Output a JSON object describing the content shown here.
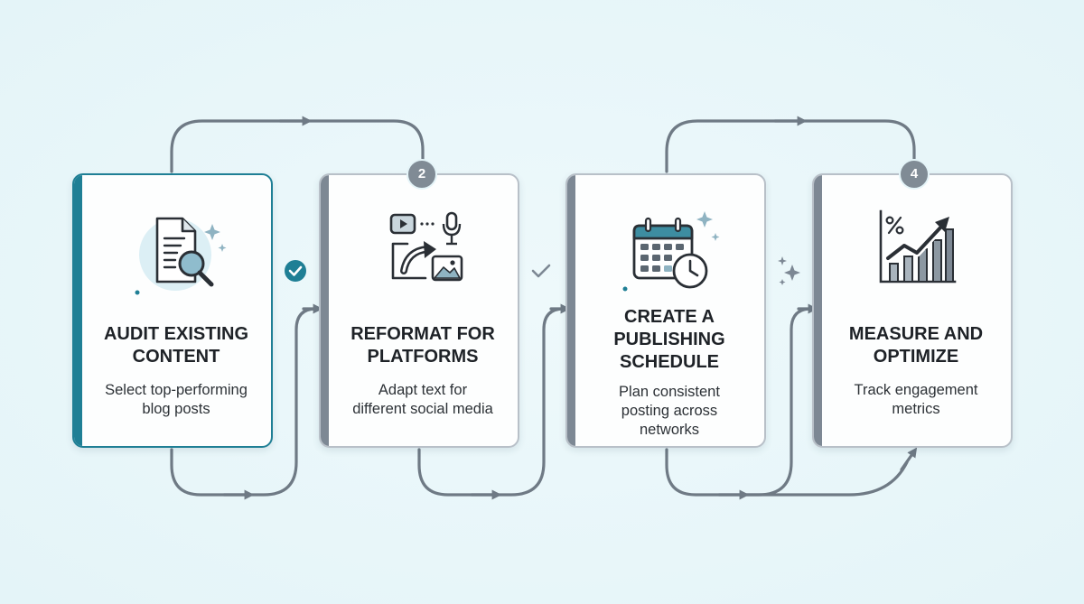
{
  "steps": [
    {
      "title_lines": [
        "AUDIT EXISTING",
        "CONTENT"
      ],
      "desc_lines": [
        "Select top-performing",
        "blog posts"
      ],
      "badge": "",
      "icon": "document-search-icon",
      "active": true
    },
    {
      "title_lines": [
        "REFORMAT FOR",
        "PLATFORMS"
      ],
      "desc_lines": [
        "Adapt text for",
        "different social media"
      ],
      "badge": "2",
      "icon": "media-convert-icon",
      "active": false
    },
    {
      "title_lines": [
        "CREATE A",
        "PUBLISHING",
        "SCHEDULE"
      ],
      "desc_lines": [
        "Plan consistent",
        "posting across",
        "networks"
      ],
      "badge": "",
      "icon": "calendar-clock-icon",
      "active": false
    },
    {
      "title_lines": [
        "MEASURE AND",
        "OPTIMIZE"
      ],
      "desc_lines": [
        "Track engagement",
        "metrics"
      ],
      "badge": "4",
      "icon": "growth-chart-icon",
      "active": false
    }
  ],
  "connectors": [
    {
      "marker": "check-filled-icon",
      "color": "#1f7f95"
    },
    {
      "marker": "check-outline-icon",
      "color": "#7d8894"
    },
    {
      "marker": "sparkle-icon",
      "color": "#7d8894"
    }
  ],
  "colors": {
    "accent": "#1f7f95",
    "line": "#6f7a85",
    "card_border": "#b8c0c8",
    "background": "#e8f6f9"
  }
}
